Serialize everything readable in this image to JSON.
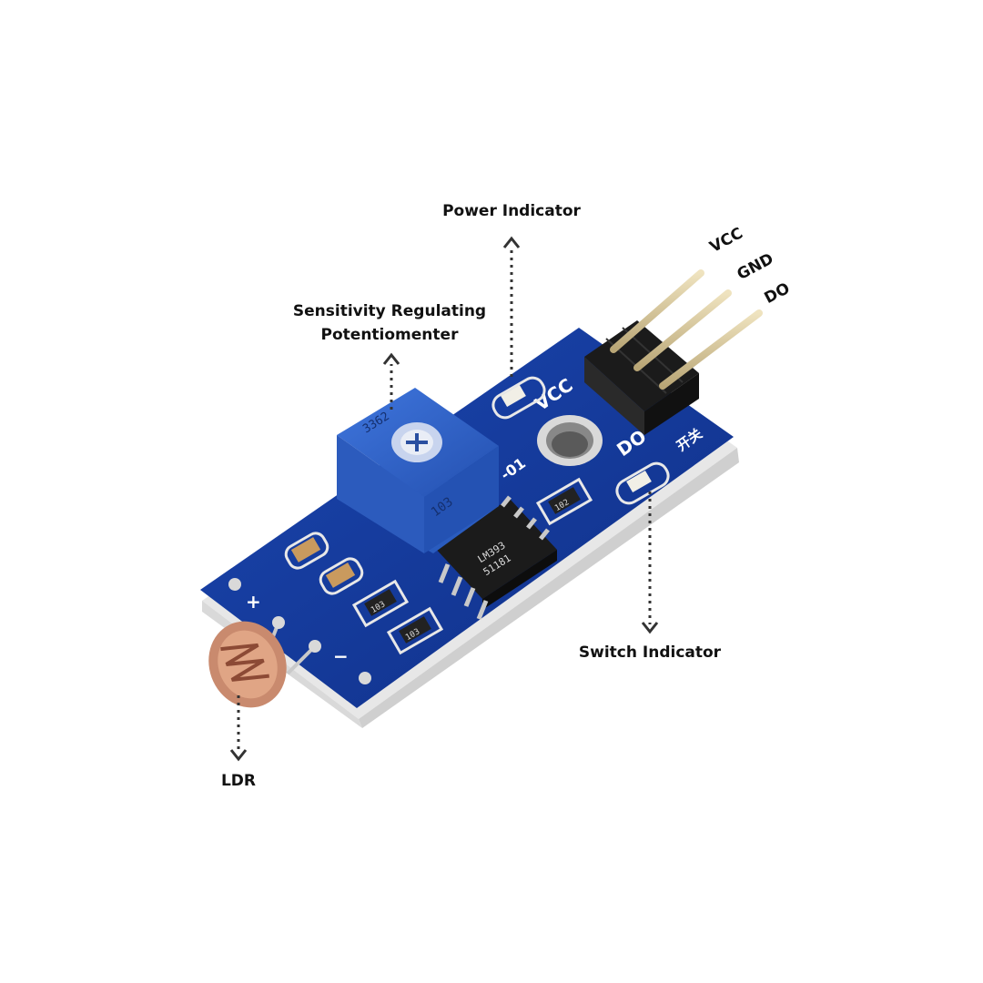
{
  "callouts": {
    "power_indicator": "Power Indicator",
    "potentiometer_line1": "Sensitivity Regulating",
    "potentiometer_line2": "Potentiomenter",
    "switch_indicator": "Switch Indicator",
    "ldr": "LDR"
  },
  "pins": {
    "vcc": "VCC",
    "gnd": "GND",
    "do": "DO"
  },
  "board": {
    "silk_vcc": "VCC",
    "silk_do": "DO",
    "silk_switch": "开关",
    "silk_01": "-01",
    "pot_top": "3362",
    "pot_side": "103",
    "chip_line1": "LM393",
    "chip_line2": "51181",
    "res_1": "102",
    "res_2": "103",
    "res_3": "103"
  },
  "colors": {
    "pcb": "#14389a",
    "pcb_dark": "#0c2467",
    "potentiometer": "#2f63c9",
    "chip": "#1b1b1b",
    "ldr": "#c98a6e",
    "header_pin": "#d8c79a",
    "text": "#111111"
  },
  "icons": {
    "arrow": "dotted-arrow"
  }
}
